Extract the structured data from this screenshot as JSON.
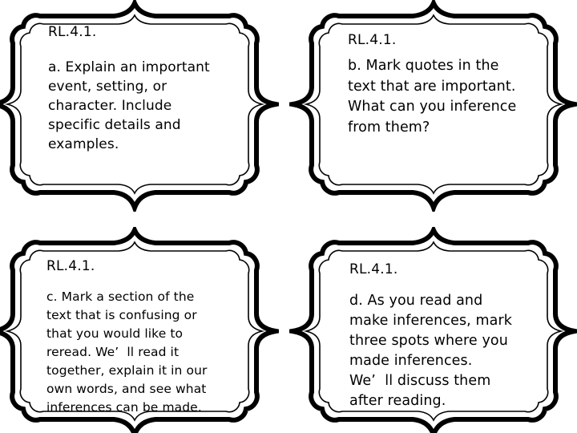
{
  "slide": {
    "background": "#ffffff",
    "frame_color": "#000000",
    "text_color": "#000000"
  },
  "cards": [
    {
      "id": "a",
      "standard": "RL.4.1.",
      "body": "a. Explain an important\nevent, setting, or\ncharacter. Include\nspecific details and\nexamples."
    },
    {
      "id": "b",
      "standard": "RL.4.1.",
      "body": "b. Mark quotes in the\ntext that are important.\nWhat can you inference\nfrom them?"
    },
    {
      "id": "c",
      "standard": "RL.4.1.",
      "body": "c. Mark a section of the\ntext that is confusing or\nthat you would like to\nreread. We’  ll read it\ntogether, explain it in our\nown words, and see what\ninferences can be made."
    },
    {
      "id": "d",
      "standard": "RL.4.1.",
      "body": "d. As you read and\nmake inferences, mark\nthree spots where you\nmade inferences.\nWe’  ll discuss them\nafter reading."
    }
  ]
}
